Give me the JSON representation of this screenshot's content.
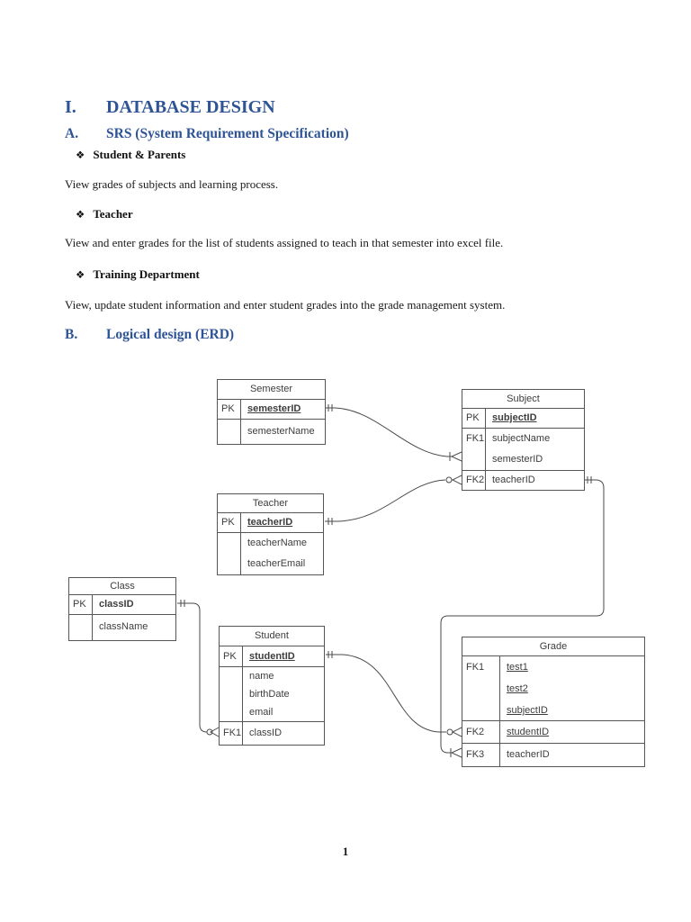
{
  "document": {
    "heading1": {
      "number": "I.",
      "text": "DATABASE DESIGN"
    },
    "heading_a": {
      "number": "A.",
      "text": "SRS (System Requirement Specification)"
    },
    "bullets": [
      {
        "marker": "❖",
        "title": "Student & Parents",
        "body": "View grades of subjects and learning process."
      },
      {
        "marker": "❖",
        "title": "Teacher",
        "body": "View and enter grades for the list of students assigned to teach in that semester into excel file."
      },
      {
        "marker": "❖",
        "title": "Training Department",
        "body": "View, update student information and enter student grades into the grade management system."
      }
    ],
    "heading_b": {
      "number": "B.",
      "text": "Logical design (ERD)"
    },
    "page_number": "1"
  },
  "erd": {
    "entities": {
      "semester": {
        "title": "Semester",
        "keys": [
          "PK",
          ""
        ],
        "attrs": [
          "semesterID",
          "semesterName"
        ]
      },
      "subject": {
        "title": "Subject",
        "keys": [
          "PK",
          "",
          "FK1",
          "FK2"
        ],
        "attrs": [
          "subjectID",
          "subjectName",
          "semesterID",
          "teacherID"
        ]
      },
      "teacher": {
        "title": "Teacher",
        "keys": [
          "PK",
          "",
          ""
        ],
        "attrs": [
          "teacherID",
          "teacherName",
          "teacherEmail"
        ]
      },
      "class": {
        "title": "Class",
        "keys": [
          "PK",
          ""
        ],
        "attrs": [
          "classID",
          "className"
        ]
      },
      "student": {
        "title": "Student",
        "keys": [
          "PK",
          "",
          "",
          "",
          "FK1"
        ],
        "attrs": [
          "studentID",
          "name",
          "birthDate",
          "email",
          "classID"
        ]
      },
      "grade": {
        "title": "Grade",
        "keys": [
          "",
          "",
          "FK1",
          "FK2",
          "FK3"
        ],
        "attrs": [
          "test1",
          "test2",
          "subjectID",
          "studentID",
          "teacherID"
        ]
      }
    },
    "relationships": [
      {
        "from": "Semester.semesterID",
        "to": "Subject.semesterID",
        "from_cardinality": "one-and-only-one",
        "to_cardinality": "one-or-many"
      },
      {
        "from": "Teacher.teacherID",
        "to": "Subject.teacherID",
        "from_cardinality": "one-and-only-one",
        "to_cardinality": "zero-or-many"
      },
      {
        "from": "Class.classID",
        "to": "Student.classID",
        "from_cardinality": "one-and-only-one",
        "to_cardinality": "zero-or-many"
      },
      {
        "from": "Student.studentID",
        "to": "Grade.studentID",
        "from_cardinality": "one-and-only-one",
        "to_cardinality": "zero-or-many"
      },
      {
        "from": "Subject.teacherID",
        "to": "Grade.teacherID",
        "from_cardinality": "one-and-only-one",
        "to_cardinality": "one-or-many"
      }
    ]
  },
  "colors": {
    "heading_blue": "#2F5496",
    "diagram_line": "#4a4a4a",
    "body_text": "#1a1a1a"
  }
}
